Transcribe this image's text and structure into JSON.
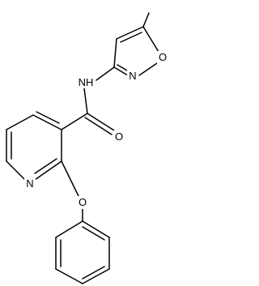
{
  "molecule": {
    "atom_labels": {
      "isoxazole_oxygen": "O",
      "isoxazole_nitrogen": "N",
      "amide_nh": "NH",
      "carbonyl_oxygen": "O",
      "pyridine_nitrogen": "N",
      "ether_oxygen": "O"
    }
  }
}
